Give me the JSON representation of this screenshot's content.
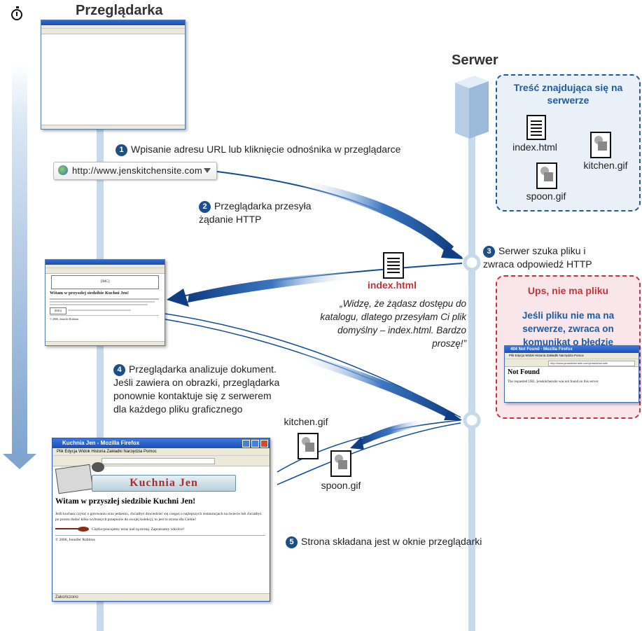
{
  "browser_label": "Przeglądarka",
  "server_label": "Serwer",
  "server_content": {
    "title": "Treść znajdująca się na serwerze",
    "files": [
      "index.html",
      "kitchen.gif",
      "spoon.gif"
    ]
  },
  "steps": {
    "s1": {
      "num": "1",
      "text": "Wpisanie adresu URL lub kliknięcie odnośnika w przeglądarce"
    },
    "s2": {
      "num": "2",
      "text": "Przeglądarka przesyła żądanie HTTP"
    },
    "s3": {
      "num": "3",
      "text": "Serwer szuka pliku i zwraca odpowiedź HTTP"
    },
    "s4": {
      "num": "4",
      "text": "Przeglądarka analizuje dokument. Jeśli zawiera on obrazki, przeglądarka ponownie kontaktuje się z serwerem dla każdego pliku graficznego"
    },
    "s5": {
      "num": "5",
      "text": "Strona składana jest w oknie przeglądarki"
    }
  },
  "address_bar": {
    "url": "http://www.jenskitchensite.com"
  },
  "response_file": "index.html",
  "server_quote": "„Widzę, że żądasz dostępu do katalogu, dlatego przesyłam Ci plik domyślny – index.html. Bardzo proszę!”",
  "error_box": {
    "title": "Ups, nie ma pliku",
    "text": "Jeśli pliku nie ma na serwerze, zwraca on komunikat o błędzie",
    "window_title": "404 Not Found - Mozilla Firefox",
    "menu": "Plik   Edycja   Widok   Historia   Zakładki   Narzędzia   Pomoc",
    "url": "http://www.jenskitchensite.com/jenskitchensite",
    "heading": "Not Found",
    "body": "The requested URL /jenskitchensite was not found on this server."
  },
  "images_returned": [
    "kitchen.gif",
    "spoon.gif"
  ],
  "tiny_window": {
    "title": "Witam w przyszłej siedzibie Kuchni Jen!",
    "img_placeholder": "[IMG]",
    "footer": "© 2006, Jennifer Robbins"
  },
  "final_window": {
    "title": "Kuchnia Jen - Mozilla Firefox",
    "menu": "Plik   Edycja   Widok   Historia   Zakładki   Narzędzia   Pomoc",
    "banner": "Kuchnia Jen",
    "heading": "Witam w przyszłej siedzibie Kuchni Jen!",
    "para": "Jeśli kochasz czytać o gotowaniu oraz jedzeniu, chciałbyś dowiedzieć się czegoś o najlepszych restauracjach na świecie lub chciałbyś po prostu dodać kilka wybranych przepisów do swojej kolekcji, to jest to strona dla Ciebie!",
    "spoon_line": "Ciężko pracujemy teraz nad tą stroną. Zapraszamy wkrótce!",
    "footer": "© 2006, Jennifer Robbins",
    "status": "Zakończono"
  },
  "colors": {
    "navy": "#1b4f86",
    "timeline": "#c7d9ec",
    "arrow_dark": "#124b96",
    "arrow_light": "#cfdcf0",
    "error_red": "#c8323a",
    "blue_title": "#1e5aa0"
  }
}
